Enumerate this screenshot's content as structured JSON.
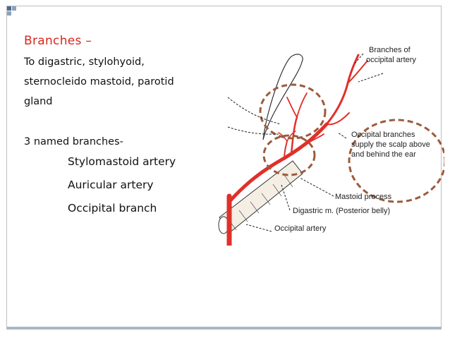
{
  "heading": "Branches –",
  "intro_lines": [
    "To digastric, stylohyoid,",
    "sternocleido mastoid, parotid",
    "gland"
  ],
  "named_branches_title": "3 named branches-",
  "named_branches": [
    "Stylomastoid artery",
    "Auricular artery",
    "Occipital branch"
  ],
  "figure": {
    "labels": {
      "branches_of_occipital": [
        "Branches of",
        "occipital artery"
      ],
      "occipital_branches_note": [
        "Occipital branches",
        "supply the scalp above",
        "and behind the ear"
      ],
      "mastoid_process": "Mastoid process",
      "digastric": "Digastric m. (Posterior belly)",
      "occipital_artery": "Occipital artery"
    }
  },
  "colors": {
    "heading": "#d9261c",
    "artery": "#e0302a",
    "dashed_circle": "#9c5a3c",
    "footer_bar": "#a9b8c8"
  }
}
